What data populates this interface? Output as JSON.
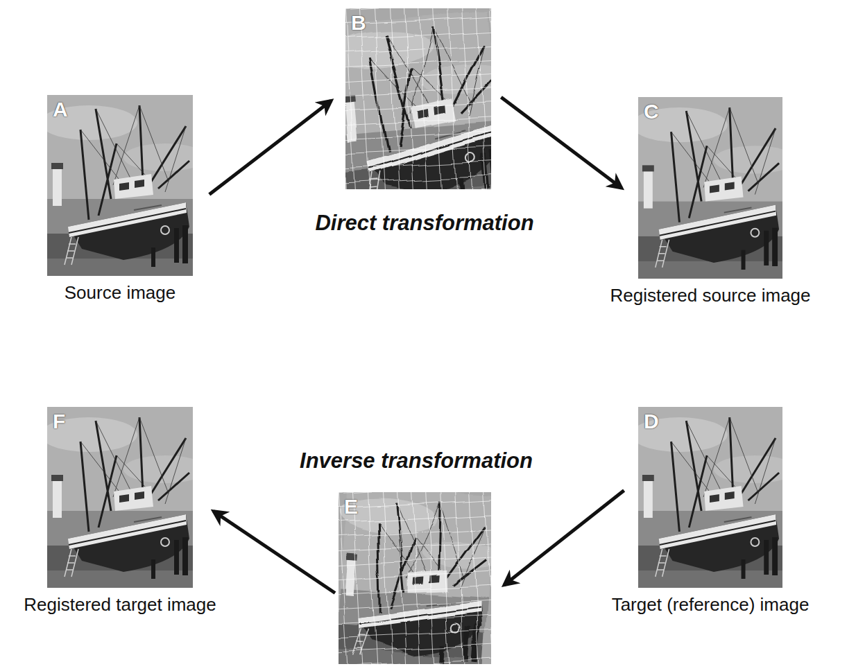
{
  "diagram": {
    "nodes": [
      {
        "text": [
          "A",
          "Source image"
        ]
      },
      {
        "text": [
          "B"
        ]
      },
      {
        "text": [
          "C",
          "Registered source image"
        ]
      },
      {
        "text": [
          "F",
          "Registered target image"
        ]
      },
      {
        "text": [
          "D",
          "Target (reference) image"
        ]
      },
      {
        "text": [
          "E"
        ]
      }
    ],
    "edges": [
      {
        "from": 0,
        "to": 1,
        "arrow": "to"
      },
      {
        "from": 1,
        "to": 2,
        "arrow": "to"
      },
      {
        "from": 4,
        "to": 5,
        "arrow": "to"
      },
      {
        "from": 5,
        "to": 3,
        "arrow": "to"
      }
    ],
    "labels": [
      "Direct transformation",
      "Inverse transformation"
    ]
  }
}
